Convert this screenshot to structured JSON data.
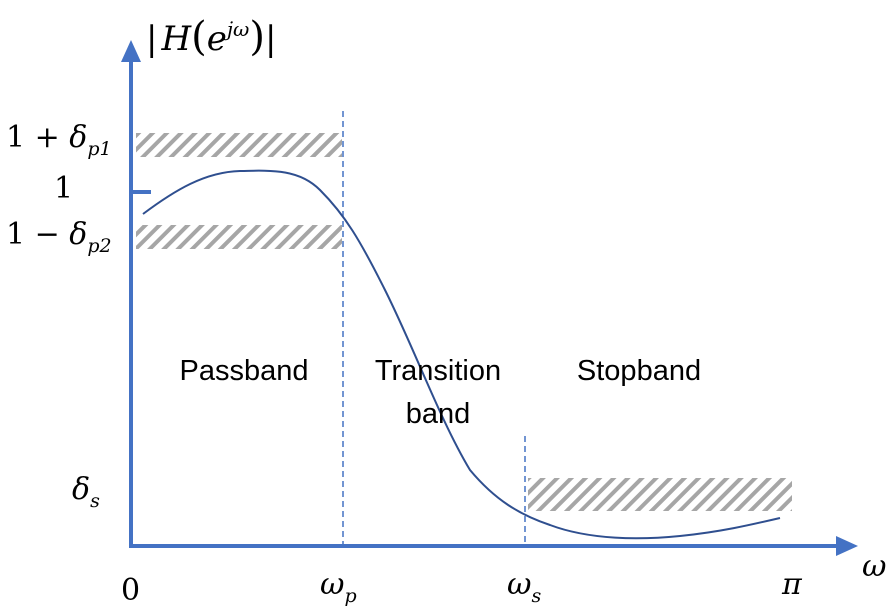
{
  "diagram": {
    "y_axis_label": {
      "open": "|",
      "H": "H",
      "paren_open": "(",
      "e": "e",
      "exponent": "jω",
      "paren_close": ")",
      "close": "|"
    },
    "x_axis_label": "ω",
    "y_ticks": {
      "upper": {
        "one": "1 + ",
        "delta": "δ",
        "sub": "p1"
      },
      "one": "1",
      "lower": {
        "one": "1 − ",
        "delta": "δ",
        "sub": "p2"
      },
      "stop": {
        "delta": "δ",
        "sub": "s"
      }
    },
    "x_ticks": {
      "zero": "0",
      "wp": {
        "omega": "ω",
        "sub": "p"
      },
      "ws": {
        "omega": "ω",
        "sub": "s"
      },
      "pi": "π"
    },
    "regions": {
      "passband": "Passband",
      "transition_line1": "Transition",
      "transition_line2": "band",
      "stopband": "Stopband"
    },
    "colors": {
      "axis": "#4472C4",
      "curve": "#2F4F8F",
      "hatch": "#A6A6A6"
    }
  }
}
